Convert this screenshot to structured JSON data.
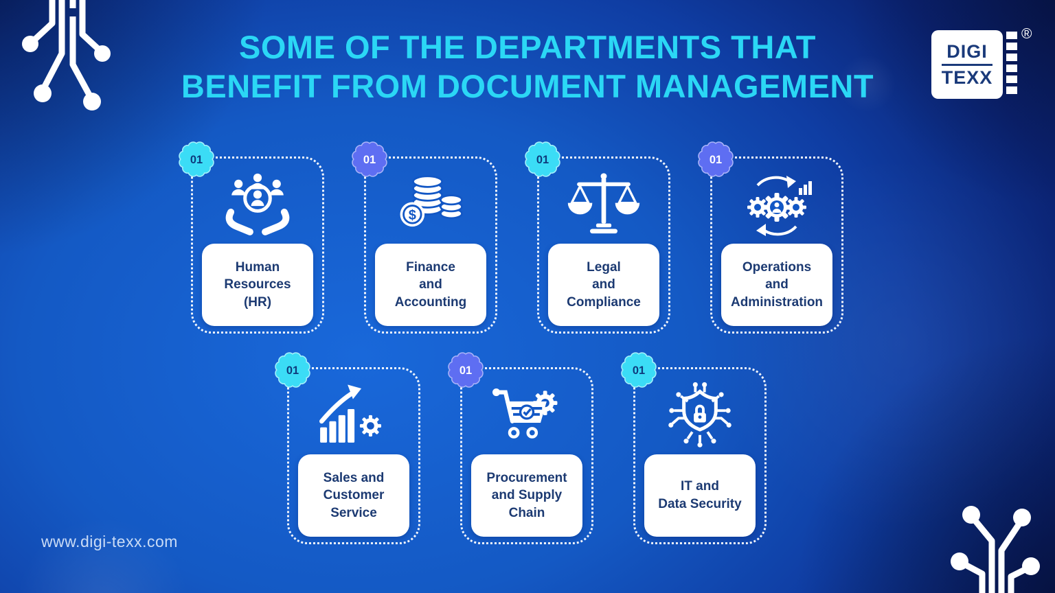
{
  "title": {
    "line1": "SOME OF THE DEPARTMENTS THAT",
    "line2": "BENEFIT FROM DOCUMENT MANAGEMENT"
  },
  "brand": {
    "logo_top": "DIGI",
    "logo_bottom": "TEXX",
    "registered_mark": "®"
  },
  "footer": {
    "website": "www.digi-texx.com"
  },
  "colors": {
    "background_center": "#1663cd",
    "background_corner": "#0a1b52",
    "title_text": "#2bd7f5",
    "badge_cyan": "#3bdcf6",
    "badge_indigo": "#5e6ef2",
    "card_label_text": "#1c3a72",
    "card_box_bg": "#ffffff"
  },
  "icons": {
    "dollar_symbol": "$"
  },
  "cards": [
    {
      "number": "01",
      "accent": "cyan",
      "icon": "people-in-hands-icon",
      "label": "Human\nResources\n(HR)"
    },
    {
      "number": "01",
      "accent": "indigo",
      "icon": "coins-icon",
      "label": "Finance\nand\nAccounting"
    },
    {
      "number": "01",
      "accent": "cyan",
      "icon": "scales-icon",
      "label": "Legal\nand\nCompliance"
    },
    {
      "number": "01",
      "accent": "indigo",
      "icon": "gears-icon",
      "label": "Operations\nand\nAdministration"
    },
    {
      "number": "01",
      "accent": "cyan",
      "icon": "growth-chart-icon",
      "label": "Sales and\nCustomer\nService"
    },
    {
      "number": "01",
      "accent": "indigo",
      "icon": "cart-gear-icon",
      "label": "Procurement\nand Supply\nChain"
    },
    {
      "number": "01",
      "accent": "cyan",
      "icon": "shield-lock-icon",
      "label": "IT and\nData Security"
    }
  ]
}
